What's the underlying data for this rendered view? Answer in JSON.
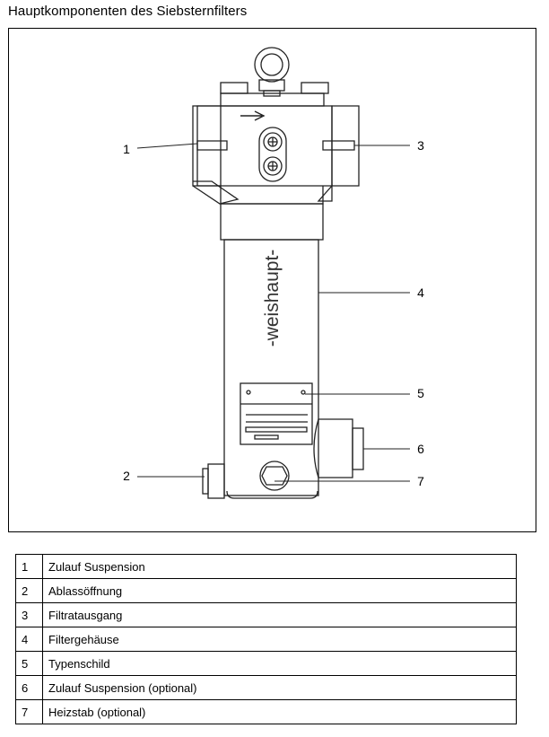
{
  "title": "Hauptkomponenten des Siebsternfilters",
  "figure": {
    "brand_text": "-weishaupt-",
    "callouts": [
      "1",
      "2",
      "3",
      "4",
      "5",
      "6",
      "7"
    ]
  },
  "legend": [
    {
      "num": "1",
      "label": "Zulauf Suspension"
    },
    {
      "num": "2",
      "label": "Ablassöffnung"
    },
    {
      "num": "3",
      "label": "Filtratausgang"
    },
    {
      "num": "4",
      "label": "Filtergehäuse"
    },
    {
      "num": "5",
      "label": "Typenschild"
    },
    {
      "num": "6",
      "label": "Zulauf Suspension (optional)"
    },
    {
      "num": "7",
      "label": "Heizstab (optional)"
    }
  ]
}
